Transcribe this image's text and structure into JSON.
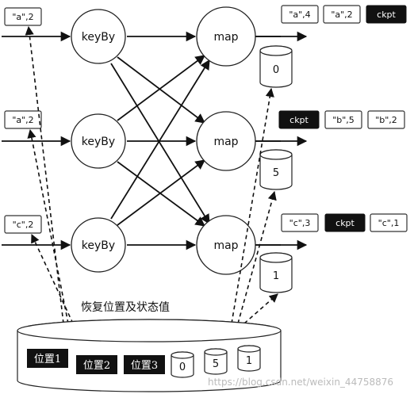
{
  "inputs": [
    {
      "record": "\"a\",2"
    },
    {
      "record": "\"a\",2"
    },
    {
      "record": "\"c\",2"
    }
  ],
  "keyby_nodes": [
    {
      "label": "keyBy"
    },
    {
      "label": "keyBy"
    },
    {
      "label": "keyBy"
    }
  ],
  "map_nodes": [
    {
      "label": "map"
    },
    {
      "label": "map"
    },
    {
      "label": "map"
    }
  ],
  "states": [
    "0",
    "5",
    "1"
  ],
  "outputs": [
    [
      "\"a\",4",
      "\"a\",2",
      "ckpt"
    ],
    [
      "ckpt",
      "\"b\",5",
      "\"b\",2"
    ],
    [
      "\"c\",3",
      "ckpt",
      "\"c\",1"
    ]
  ],
  "recovery_label": "恢复位置及状态值",
  "storage": {
    "positions": [
      "位置1",
      "位置2",
      "位置3"
    ],
    "states": [
      "0",
      "5",
      "1"
    ]
  },
  "watermark": "https://blog.csdn.net/weixin_44758876"
}
